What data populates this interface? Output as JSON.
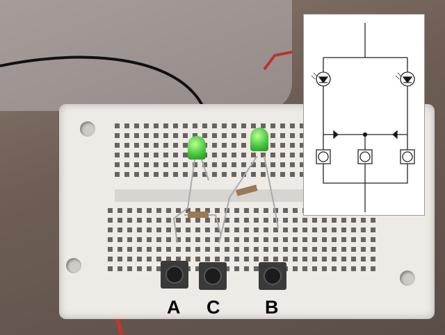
{
  "photo": {
    "subject": "breadboard-led-circuit"
  },
  "labels": {
    "a": "A",
    "c": "C",
    "b": "B"
  },
  "colors": {
    "led": "#3fc23a",
    "board": "#eeeae6",
    "wire_red": "#d03030",
    "wire_black": "#111111"
  }
}
